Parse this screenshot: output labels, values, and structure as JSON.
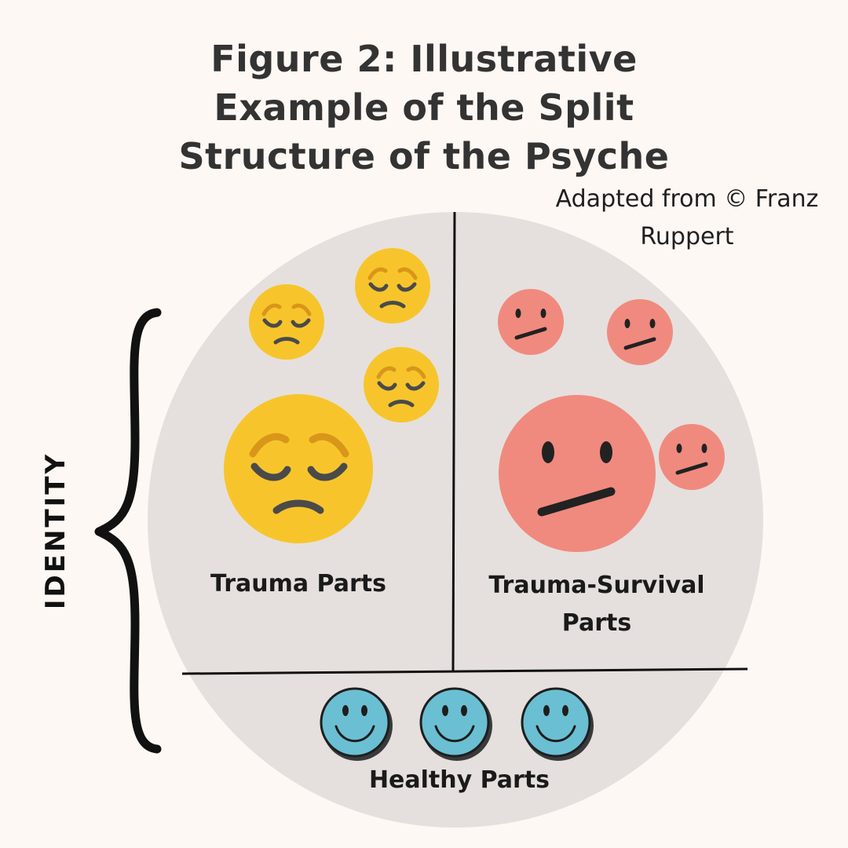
{
  "title": {
    "line1": "Figure 2: Illustrative",
    "line2": "Example of the Split",
    "line3": "Structure of the Psyche"
  },
  "credit": {
    "line1": "Adapted from © Franz",
    "line2": "Ruppert"
  },
  "side_label": "IDENTITY",
  "regions": {
    "trauma": {
      "label": "Trauma Parts",
      "faces": 4,
      "face_icon": "pensive-face-icon",
      "color": "#f7c52b"
    },
    "survival": {
      "label_line1": "Trauma-Survival",
      "label_line2": "Parts",
      "faces": 4,
      "face_icon": "neutral-face-icon",
      "color": "#f08a7e"
    },
    "healthy": {
      "label": "Healthy Parts",
      "faces": 3,
      "face_icon": "smiley-face-icon",
      "color": "#6bbfd3"
    }
  },
  "colors": {
    "background": "#fdf8f4",
    "circle": "#e5e0dd",
    "title": "#333333"
  }
}
